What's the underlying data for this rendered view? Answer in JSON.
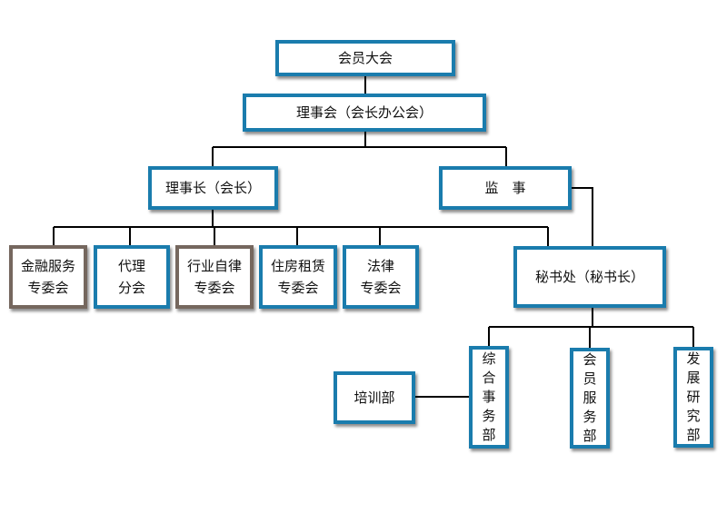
{
  "colors": {
    "border_blue": "#1a7cad",
    "border_brown": "#75675e",
    "connector": "#000000"
  },
  "nodes": {
    "assembly": "会员大会",
    "council": "理事会（会长办公会）",
    "chairman": "理事长（会长）",
    "supervisor": "监　事",
    "finance_committee": {
      "line1": "金融服务",
      "line2": "专委会"
    },
    "agency_branch": {
      "line1": "代理",
      "line2": "分会"
    },
    "self_discipline_committee": {
      "line1": "行业自律",
      "line2": "专委会"
    },
    "rental_committee": {
      "line1": "住房租赁",
      "line2": "专委会"
    },
    "legal_committee": {
      "line1": "法律",
      "line2": "专委会"
    },
    "secretariat": "秘书处（秘书长）",
    "training_dept": "培训部",
    "general_affairs_dept": "综合事务部",
    "member_services_dept": "会员服务部",
    "development_research_dept": "发展研究部"
  }
}
